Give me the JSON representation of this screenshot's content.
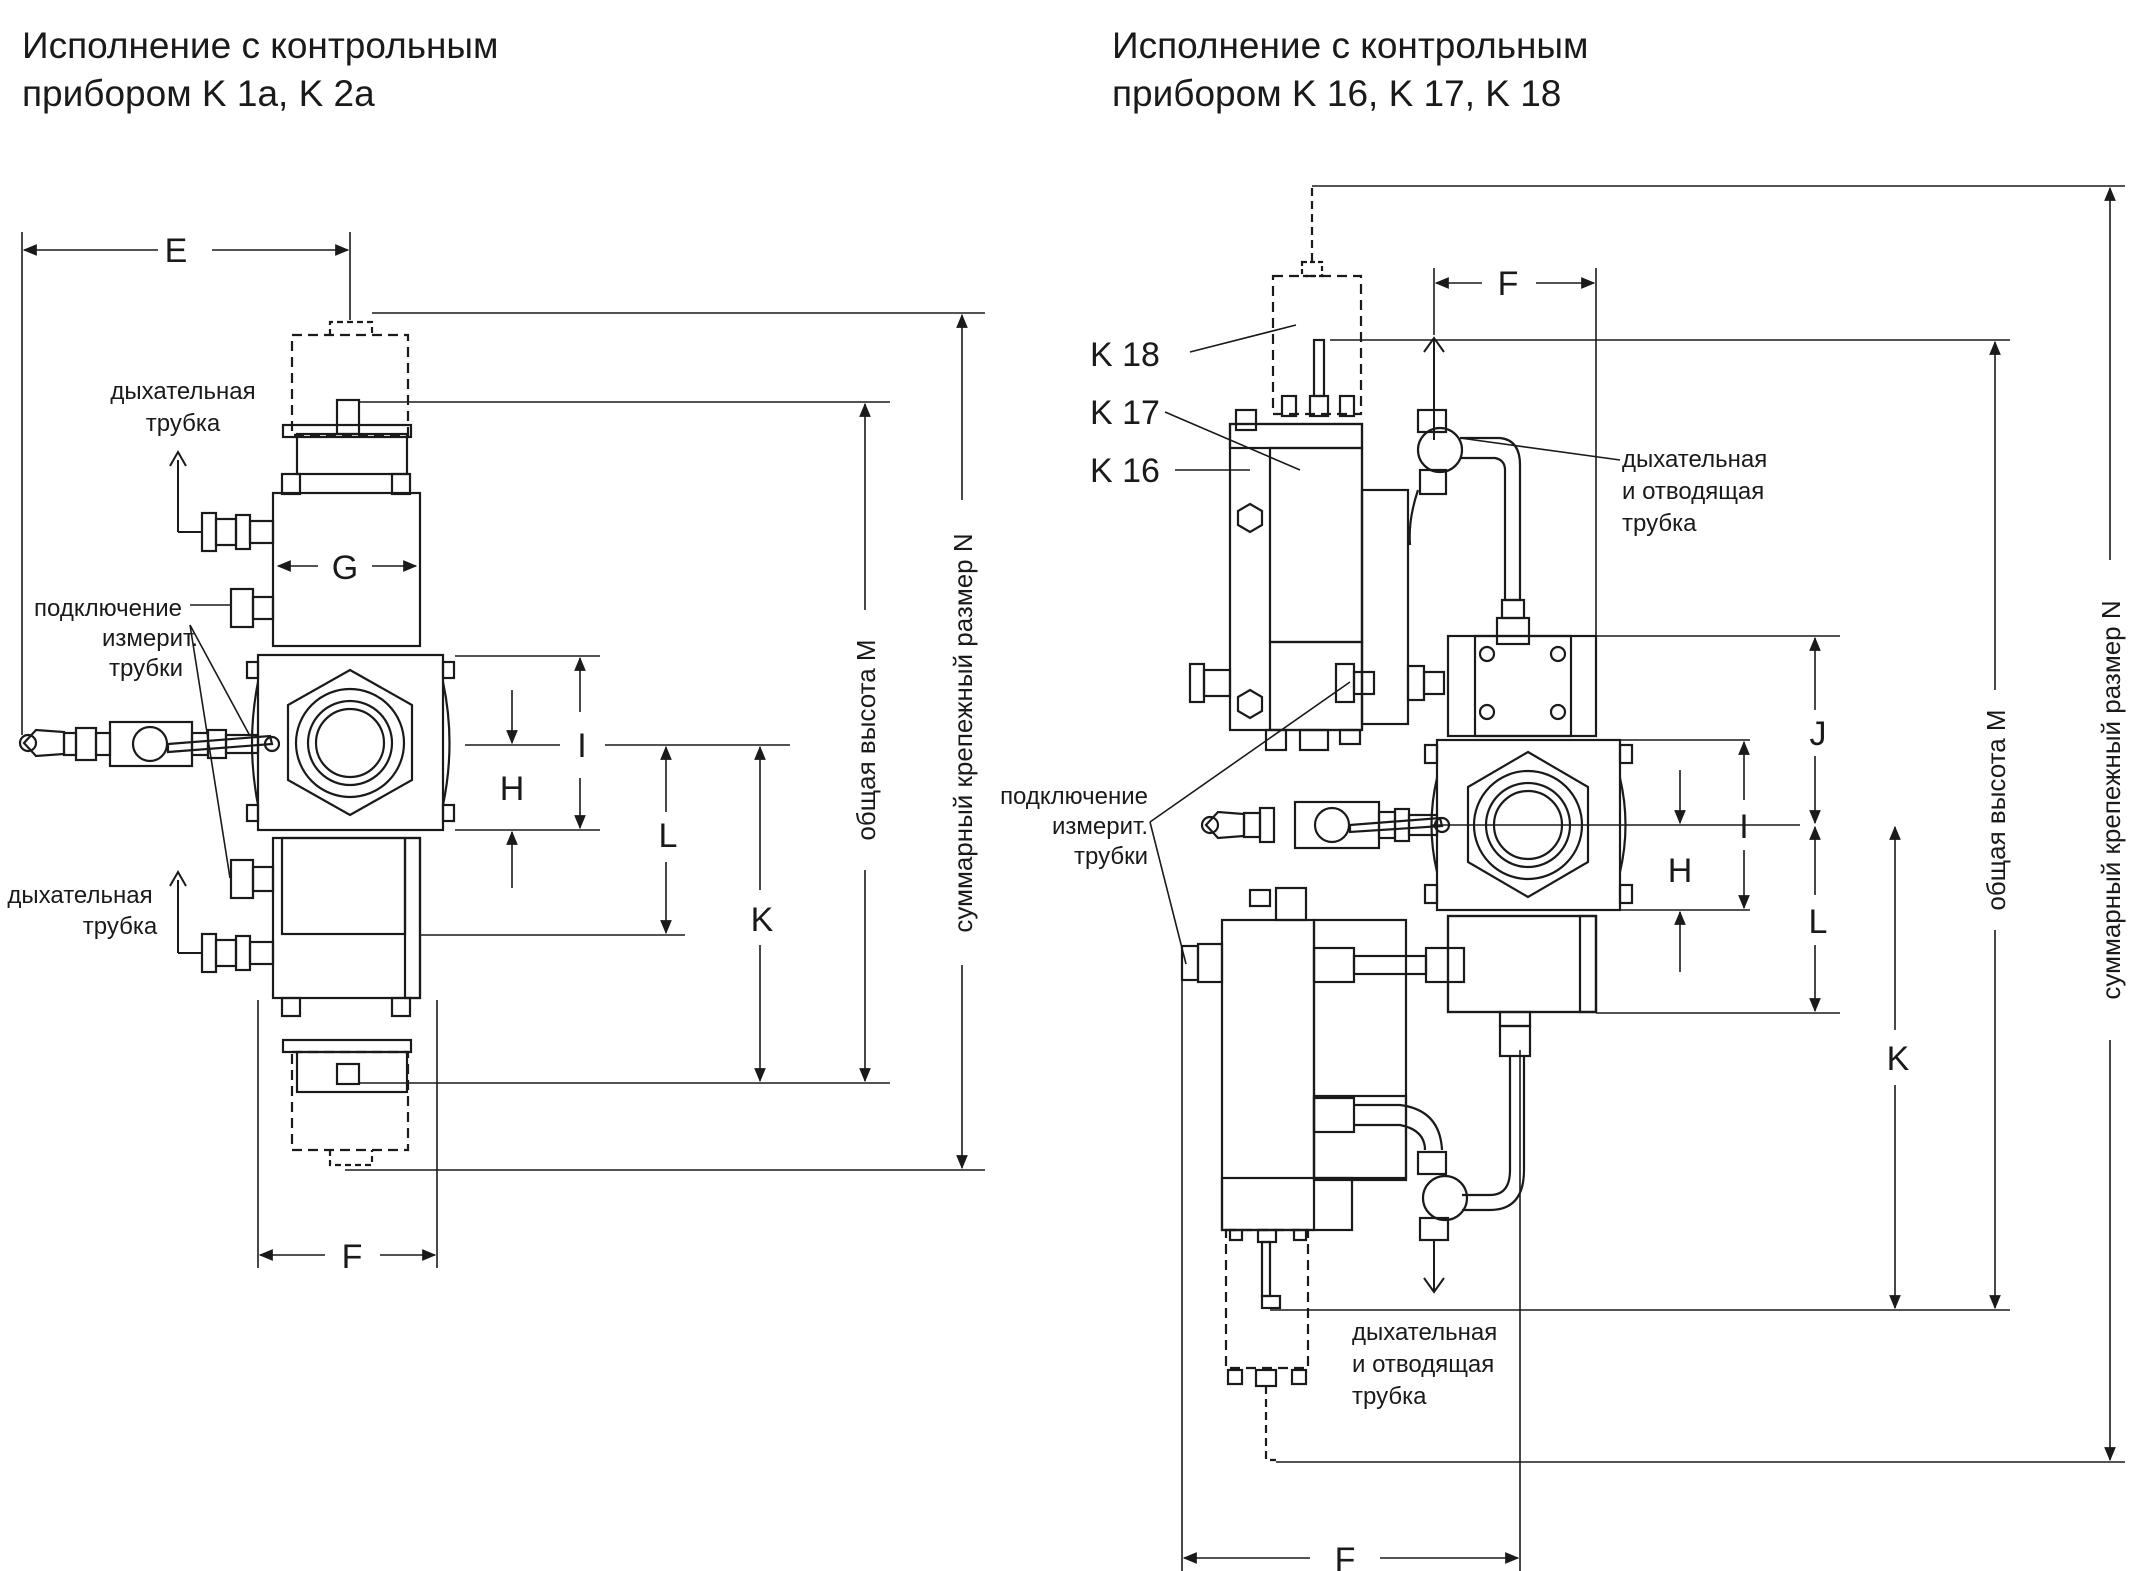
{
  "left": {
    "title_line1": "Исполнение с контрольным",
    "title_line2": "прибором K 1a, K 2a",
    "labels": {
      "breath_top_1": "дыхательная",
      "breath_top_2": "трубка",
      "conn_1": "подключение",
      "conn_2": "измерит.",
      "conn_3": "трубки",
      "breath_bot_1": "дыхательная",
      "breath_bot_2": "трубка",
      "height_m": "общая высота M",
      "mount_n": "суммарный крепежный размер N"
    },
    "dims": {
      "E": "E",
      "G": "G",
      "I": "I",
      "H": "H",
      "L": "L",
      "K": "K",
      "F": "F"
    }
  },
  "right": {
    "title_line1": "Исполнение с контрольным",
    "title_line2": "прибором K 16, K 17, K 18",
    "refs": {
      "k18": "K 18",
      "k17": "K 17",
      "k16": "K 16"
    },
    "labels": {
      "breath_out_top_1": "дыхательная",
      "breath_out_top_2": "и отводящая",
      "breath_out_top_3": "трубка",
      "conn_1": "подключение",
      "conn_2": "измерит.",
      "conn_3": "трубки",
      "breath_out_bot_1": "дыхательная",
      "breath_out_bot_2": "и отводящая",
      "breath_out_bot_3": "трубка",
      "height_m": "общая высота M",
      "mount_n": "суммарный крепежный размер N"
    },
    "dims": {
      "F_top": "F",
      "J": "J",
      "I": "I",
      "H": "H",
      "L": "L",
      "K": "K",
      "F_bot": "F"
    }
  }
}
